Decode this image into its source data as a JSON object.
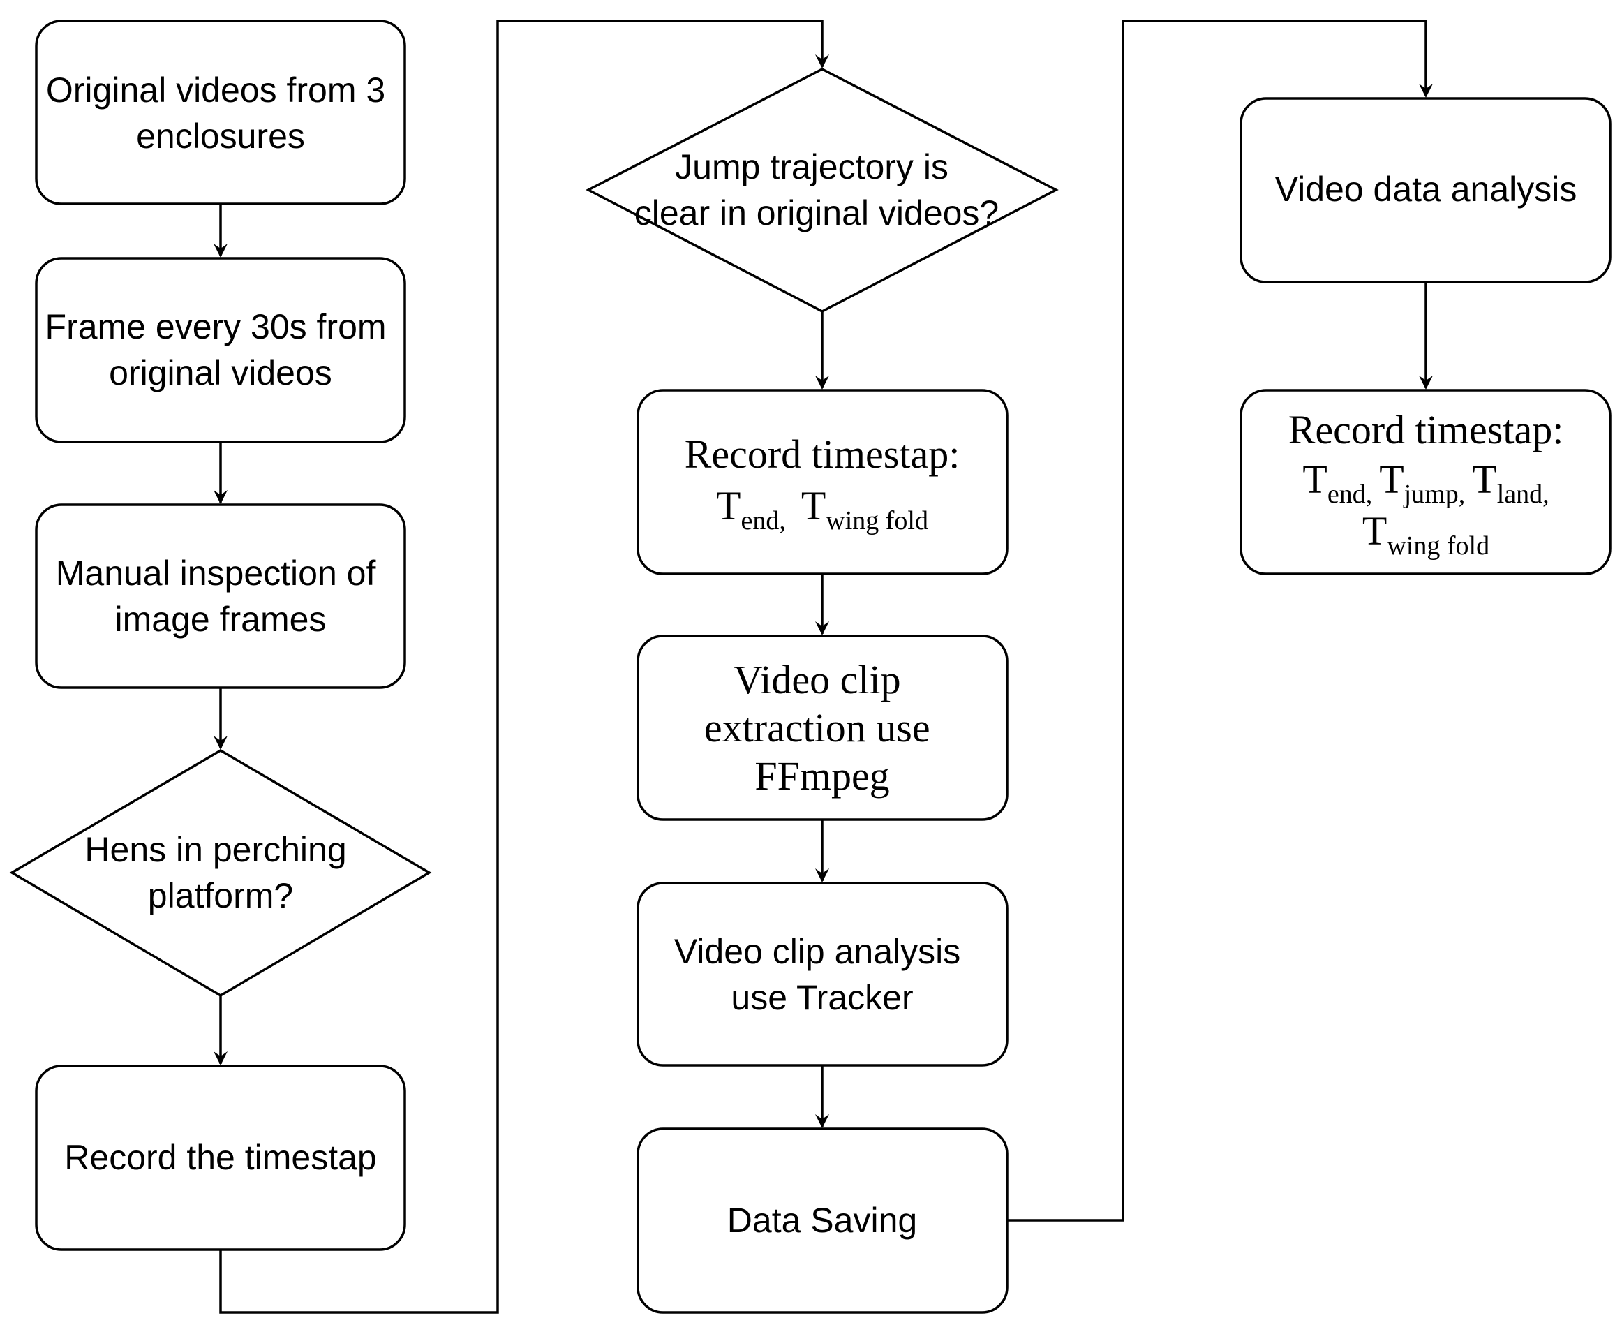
{
  "nodes": {
    "original_videos": {
      "lines": [
        "Original videos from 3",
        "enclosures"
      ]
    },
    "frame_every": {
      "lines": [
        "Frame every 30s from",
        "original videos"
      ]
    },
    "manual_inspection": {
      "lines": [
        "Manual inspection of",
        "image frames"
      ]
    },
    "hens_decision": {
      "lines": [
        "Hens in perching",
        "platform?"
      ]
    },
    "record_timestap": {
      "lines": [
        "Record the timestap"
      ]
    },
    "jump_decision": {
      "lines": [
        "Jump trajectory is",
        "clear in original videos?"
      ]
    },
    "record_timestap_2": {
      "title": "Record timestap:",
      "t1": "T",
      "t1_sub": "end",
      "sep1": ",",
      "t2": "T",
      "t2_sub": "wing fold"
    },
    "video_clip_extraction": {
      "lines": [
        "Video clip",
        "extraction use",
        "FFmpeg"
      ]
    },
    "video_clip_analysis": {
      "lines": [
        "Video clip analysis",
        "use Tracker"
      ]
    },
    "data_saving": {
      "lines": [
        "Data Saving"
      ]
    },
    "video_data_analysis": {
      "lines": [
        "Video data analysis"
      ]
    },
    "record_timestap_3": {
      "title": "Record timestap:",
      "t1": "T",
      "t1_sub": "end",
      "sep1": ",",
      "t2": "T",
      "t2_sub": "jump",
      "sep2": ",",
      "t3": "T",
      "t3_sub": "land",
      "sep3": ",",
      "t4": "T",
      "t4_sub": "wing fold"
    }
  }
}
